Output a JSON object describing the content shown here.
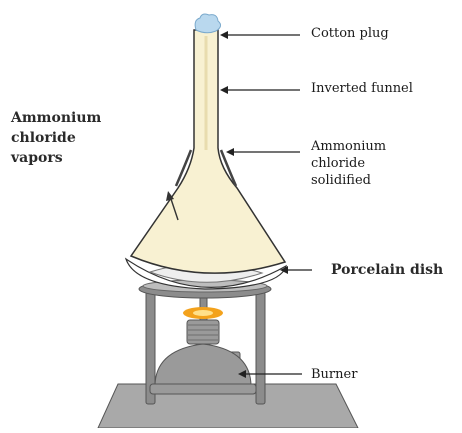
{
  "labels": {
    "cotton_plug": "Cotton plug",
    "inverted_funnel": "Inverted funnel",
    "ammonium_chloride_solidified": [
      "Ammonium",
      "chloride",
      "solidified"
    ],
    "ammonium_chloride_vapors": [
      "Ammonium",
      "chloride",
      "vapors"
    ],
    "porcelain_dish": "Porcelain dish",
    "burner": "Burner"
  },
  "colors": {
    "funnel_fill": "#f8f1d2",
    "outline": "#333333",
    "cotton": "#b9d8ee",
    "flame": "#f3a21c",
    "stand": "#8c8c8c",
    "burner": "#9a9a9a",
    "base": "#a9a9a9"
  },
  "icons": {
    "funnel": "funnel-icon",
    "cotton": "cotton-plug-icon",
    "dish": "porcelain-dish-icon",
    "stand": "tripod-stand-icon",
    "flame": "flame-icon",
    "burner": "burner-icon"
  }
}
